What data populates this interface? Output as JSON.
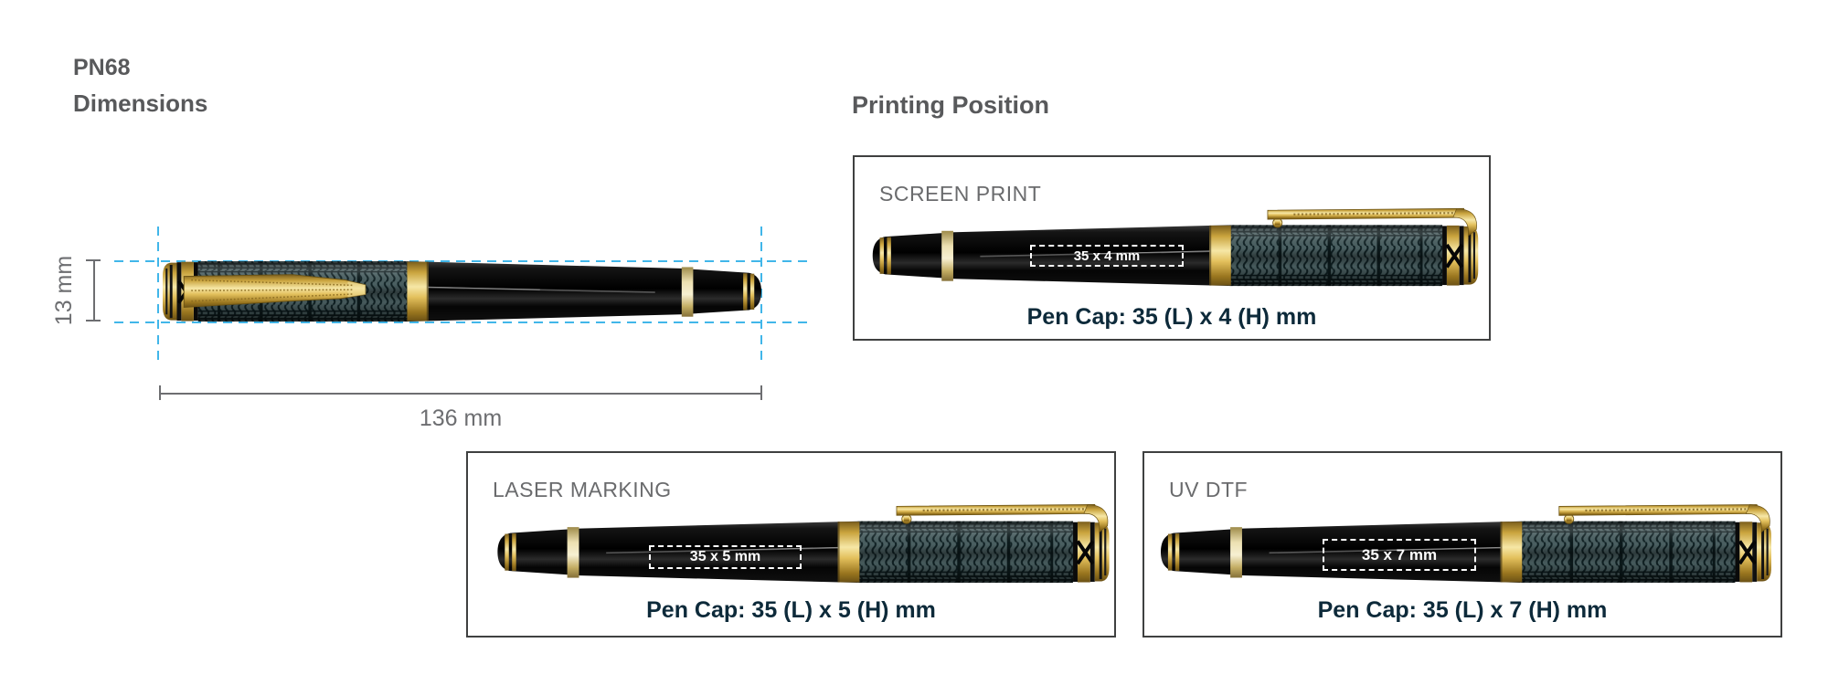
{
  "header": {
    "product_code": "PN68",
    "dimensions_label": "Dimensions",
    "printing_position_label": "Printing Position"
  },
  "dimensions_figure": {
    "height_label": "13 mm",
    "length_label": "136 mm"
  },
  "panels": [
    {
      "label": "SCREEN PRINT",
      "print_area_label": "35 x 4 mm",
      "caption": "Pen Cap: 35 (L) x 4 (H) mm"
    },
    {
      "label": "LASER MARKING",
      "print_area_label": "35 x 5 mm",
      "caption": "Pen Cap: 35 (L) x 5 (H) mm"
    },
    {
      "label": "UV DTF",
      "print_area_label": "35 x 7 mm",
      "caption": "Pen Cap: 35 (L) x 7 (H) mm"
    }
  ],
  "colors": {
    "background": "#ffffff",
    "guide_cyan": "#41b6e9",
    "dimension_gray": "#6d6e71",
    "title_gray": "#58595b",
    "panel_label_gray": "#6a6b6d",
    "caption_navy": "#0d2a3a",
    "panel_border": "#3f4040",
    "print_area_white": "#ffffff",
    "pen_cap_teal": "#4a5f61",
    "pen_gold": "#d9b54a"
  }
}
